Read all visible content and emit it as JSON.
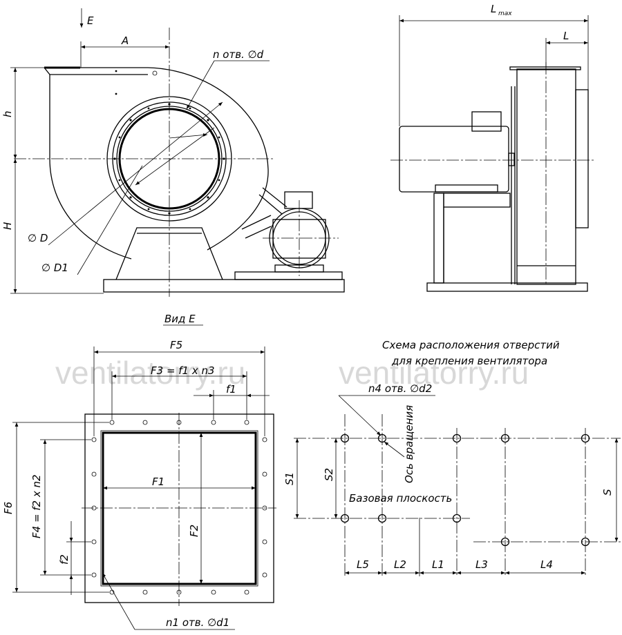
{
  "labels": {
    "view_arrow": "E",
    "A": "A",
    "holes_flange": "n отв. ∅d",
    "L_max_main": "L",
    "L_max_sub": "max",
    "L": "L",
    "h": "h",
    "H": "H",
    "D": "∅ D",
    "D1": "∅ D1",
    "view_title": "Вид E",
    "F5": "F5",
    "F3": "F3 = f1 x n3",
    "f1": "f1",
    "F6": "F6",
    "F4": "F4 = f2 x n2",
    "f2": "f2",
    "F1": "F1",
    "F2": "F2",
    "holes_outlet": "n1 отв. ∅d1",
    "scheme_title_1": "Схема расположения отверстий",
    "scheme_title_2": "для крепления вентилятора",
    "holes_base": "n4 отв. ∅d2",
    "rotation_axis": "Ось вращения",
    "S1": "S1",
    "S2": "S2",
    "S": "S",
    "base_plane": "Базовая плоскость",
    "L5": "L5",
    "L2": "L2",
    "L1": "L1",
    "L3": "L3",
    "L4": "L4"
  },
  "watermark": [
    "ventilatorry.ru",
    "ventilatorry.ru"
  ]
}
